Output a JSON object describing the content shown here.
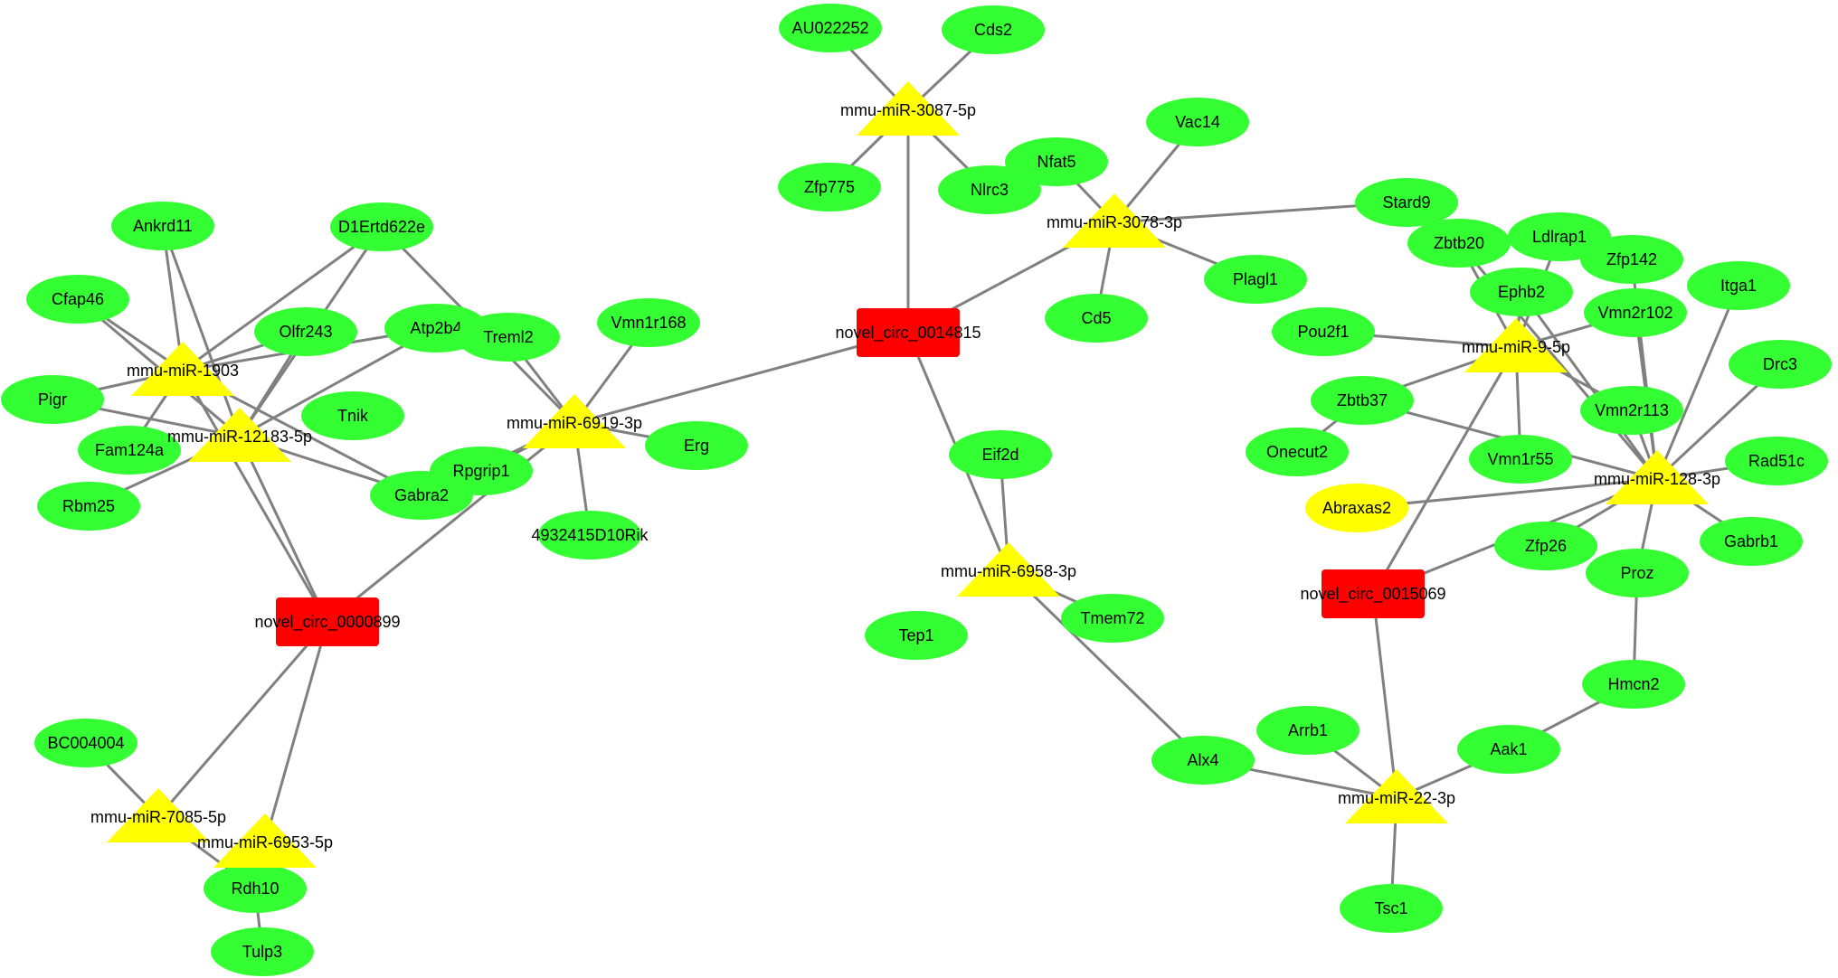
{
  "colors": {
    "circ": "#ff0000",
    "mirna": "#ffff00",
    "gene": "#33ff33",
    "gene_highlight": "#ffff00",
    "edge": "#808080"
  },
  "nodes": [
    {
      "id": "c1",
      "type": "circ",
      "label": "novel_circ_0000899"
    },
    {
      "id": "c2",
      "type": "circ",
      "label": "novel_circ_0014815"
    },
    {
      "id": "c3",
      "type": "circ",
      "label": "novel_circ_0015069"
    },
    {
      "id": "m1903",
      "type": "mirna",
      "label": "mmu-miR-1903"
    },
    {
      "id": "m12183",
      "type": "mirna",
      "label": "mmu-miR-12183-5p"
    },
    {
      "id": "m6919",
      "type": "mirna",
      "label": "mmu-miR-6919-3p"
    },
    {
      "id": "m3087",
      "type": "mirna",
      "label": "mmu-miR-3087-5p"
    },
    {
      "id": "m3078",
      "type": "mirna",
      "label": "mmu-miR-3078-3p"
    },
    {
      "id": "m6958",
      "type": "mirna",
      "label": "mmu-miR-6958-3p"
    },
    {
      "id": "m9",
      "type": "mirna",
      "label": "mmu-miR-9-5p"
    },
    {
      "id": "m128",
      "type": "mirna",
      "label": "mmu-miR-128-3p"
    },
    {
      "id": "m22",
      "type": "mirna",
      "label": "mmu-miR-22-3p"
    },
    {
      "id": "m7085",
      "type": "mirna",
      "label": "mmu-miR-7085-5p"
    },
    {
      "id": "m6953",
      "type": "mirna",
      "label": "mmu-miR-6953-5p"
    },
    {
      "id": "Ankrd11",
      "type": "gene",
      "label": "Ankrd11"
    },
    {
      "id": "D1Ertd622e",
      "type": "gene",
      "label": "D1Ertd622e"
    },
    {
      "id": "Cfap46",
      "type": "gene",
      "label": "Cfap46"
    },
    {
      "id": "Olfr243",
      "type": "gene",
      "label": "Olfr243"
    },
    {
      "id": "Atp2b4",
      "type": "gene",
      "label": "Atp2b4"
    },
    {
      "id": "Treml2",
      "type": "gene",
      "label": "Treml2"
    },
    {
      "id": "Vmn1r168",
      "type": "gene",
      "label": "Vmn1r168"
    },
    {
      "id": "Pigr",
      "type": "gene",
      "label": "Pigr"
    },
    {
      "id": "Tnik",
      "type": "gene",
      "label": "Tnik"
    },
    {
      "id": "Fam124a",
      "type": "gene",
      "label": "Fam124a"
    },
    {
      "id": "Rbm25",
      "type": "gene",
      "label": "Rbm25"
    },
    {
      "id": "Gabra2",
      "type": "gene",
      "label": "Gabra2"
    },
    {
      "id": "Rpgrip1",
      "type": "gene",
      "label": "Rpgrip1"
    },
    {
      "id": "Erg",
      "type": "gene",
      "label": "Erg"
    },
    {
      "id": "Rik",
      "type": "gene",
      "label": "4932415D10Rik"
    },
    {
      "id": "BC004004",
      "type": "gene",
      "label": "BC004004"
    },
    {
      "id": "Rdh10",
      "type": "gene",
      "label": "Rdh10"
    },
    {
      "id": "Tulp3",
      "type": "gene",
      "label": "Tulp3"
    },
    {
      "id": "AU022252",
      "type": "gene",
      "label": "AU022252"
    },
    {
      "id": "Cds2",
      "type": "gene",
      "label": "Cds2"
    },
    {
      "id": "Zfp775",
      "type": "gene",
      "label": "Zfp775"
    },
    {
      "id": "Nlrc3",
      "type": "gene",
      "label": "Nlrc3"
    },
    {
      "id": "Nfat5",
      "type": "gene",
      "label": "Nfat5"
    },
    {
      "id": "Vac14",
      "type": "gene",
      "label": "Vac14"
    },
    {
      "id": "Stard9",
      "type": "gene",
      "label": "Stard9"
    },
    {
      "id": "Plagl1",
      "type": "gene",
      "label": "Plagl1"
    },
    {
      "id": "Cd5",
      "type": "gene",
      "label": "Cd5"
    },
    {
      "id": "Eif2d",
      "type": "gene",
      "label": "Eif2d"
    },
    {
      "id": "Tep1",
      "type": "gene",
      "label": "Tep1"
    },
    {
      "id": "Tmem72",
      "type": "gene",
      "label": "Tmem72"
    },
    {
      "id": "Alx4",
      "type": "gene",
      "label": "Alx4"
    },
    {
      "id": "Zbtb20",
      "type": "gene",
      "label": "Zbtb20"
    },
    {
      "id": "Ldlrap1",
      "type": "gene",
      "label": "Ldlrap1"
    },
    {
      "id": "Zfp142",
      "type": "gene",
      "label": "Zfp142"
    },
    {
      "id": "Itga1",
      "type": "gene",
      "label": "Itga1"
    },
    {
      "id": "Ephb2",
      "type": "gene",
      "label": "Ephb2"
    },
    {
      "id": "Vmn2r102",
      "type": "gene",
      "label": "Vmn2r102"
    },
    {
      "id": "Pou2f1",
      "type": "gene",
      "label": "Pou2f1"
    },
    {
      "id": "Drc3",
      "type": "gene",
      "label": "Drc3"
    },
    {
      "id": "Zbtb37",
      "type": "gene",
      "label": "Zbtb37"
    },
    {
      "id": "Vmn2r113",
      "type": "gene",
      "label": "Vmn2r113"
    },
    {
      "id": "Onecut2",
      "type": "gene",
      "label": "Onecut2"
    },
    {
      "id": "Vmn1r55",
      "type": "gene",
      "label": "Vmn1r55"
    },
    {
      "id": "Rad51c",
      "type": "gene",
      "label": "Rad51c"
    },
    {
      "id": "Abraxas2",
      "type": "gene_highlight",
      "label": "Abraxas2"
    },
    {
      "id": "Gabrb1",
      "type": "gene",
      "label": "Gabrb1"
    },
    {
      "id": "Zfp26",
      "type": "gene",
      "label": "Zfp26"
    },
    {
      "id": "Proz",
      "type": "gene",
      "label": "Proz"
    },
    {
      "id": "Hmcn2",
      "type": "gene",
      "label": "Hmcn2"
    },
    {
      "id": "Arrb1",
      "type": "gene",
      "label": "Arrb1"
    },
    {
      "id": "Aak1",
      "type": "gene",
      "label": "Aak1"
    },
    {
      "id": "Tsc1",
      "type": "gene",
      "label": "Tsc1"
    }
  ],
  "edges": [
    [
      "m1903",
      "Ankrd11"
    ],
    [
      "m1903",
      "D1Ertd622e"
    ],
    [
      "m1903",
      "Cfap46"
    ],
    [
      "m1903",
      "Olfr243"
    ],
    [
      "m1903",
      "Atp2b4"
    ],
    [
      "m1903",
      "Pigr"
    ],
    [
      "m1903",
      "Fam124a"
    ],
    [
      "m1903",
      "Gabra2"
    ],
    [
      "m1903",
      "c1"
    ],
    [
      "m12183",
      "Ankrd11"
    ],
    [
      "m12183",
      "D1Ertd622e"
    ],
    [
      "m12183",
      "Cfap46"
    ],
    [
      "m12183",
      "Olfr243"
    ],
    [
      "m12183",
      "Atp2b4"
    ],
    [
      "m12183",
      "Pigr"
    ],
    [
      "m12183",
      "Rbm25"
    ],
    [
      "m12183",
      "Gabra2"
    ],
    [
      "m12183",
      "c1"
    ],
    [
      "m6919",
      "D1Ertd622e"
    ],
    [
      "m6919",
      "Treml2"
    ],
    [
      "m6919",
      "Vmn1r168"
    ],
    [
      "m6919",
      "Erg"
    ],
    [
      "m6919",
      "Rik"
    ],
    [
      "m6919",
      "Rpgrip1"
    ],
    [
      "m6919",
      "Gabra2"
    ],
    [
      "m6919",
      "c1"
    ],
    [
      "m6919",
      "c2"
    ],
    [
      "m3087",
      "AU022252"
    ],
    [
      "m3087",
      "Cds2"
    ],
    [
      "m3087",
      "Zfp775"
    ],
    [
      "m3087",
      "Nlrc3"
    ],
    [
      "m3087",
      "c2"
    ],
    [
      "m3078",
      "Nfat5"
    ],
    [
      "m3078",
      "Vac14"
    ],
    [
      "m3078",
      "Stard9"
    ],
    [
      "m3078",
      "Plagl1"
    ],
    [
      "m3078",
      "Cd5"
    ],
    [
      "m3078",
      "c2"
    ],
    [
      "m6958",
      "Eif2d"
    ],
    [
      "m6958",
      "Tmem72"
    ],
    [
      "m6958",
      "Alx4"
    ],
    [
      "m6958",
      "c2"
    ],
    [
      "m9",
      "Zbtb20"
    ],
    [
      "m9",
      "Ldlrap1"
    ],
    [
      "m9",
      "Ephb2"
    ],
    [
      "m9",
      "Vmn2r102"
    ],
    [
      "m9",
      "Pou2f1"
    ],
    [
      "m9",
      "Zbtb37"
    ],
    [
      "m9",
      "Vmn2r113"
    ],
    [
      "m9",
      "Vmn1r55"
    ],
    [
      "m9",
      "c3"
    ],
    [
      "m128",
      "Zbtb20"
    ],
    [
      "m128",
      "Zfp142"
    ],
    [
      "m128",
      "Itga1"
    ],
    [
      "m128",
      "Ephb2"
    ],
    [
      "m128",
      "Vmn2r102"
    ],
    [
      "m128",
      "Drc3"
    ],
    [
      "m128",
      "Zbtb37"
    ],
    [
      "m128",
      "Vmn2r113"
    ],
    [
      "m128",
      "Rad51c"
    ],
    [
      "m128",
      "Abraxas2"
    ],
    [
      "m128",
      "Gabrb1"
    ],
    [
      "m128",
      "Zfp26"
    ],
    [
      "m128",
      "Proz"
    ],
    [
      "m128",
      "c3"
    ],
    [
      "m22",
      "Alx4"
    ],
    [
      "m22",
      "Arrb1"
    ],
    [
      "m22",
      "Aak1"
    ],
    [
      "m22",
      "Tsc1"
    ],
    [
      "m22",
      "c3"
    ],
    [
      "Aak1",
      "Hmcn2"
    ],
    [
      "Hmcn2",
      "Proz"
    ],
    [
      "Onecut2",
      "Zbtb37"
    ],
    [
      "m7085",
      "BC004004"
    ],
    [
      "m7085",
      "Rdh10"
    ],
    [
      "m7085",
      "c1"
    ],
    [
      "m6953",
      "Rdh10"
    ],
    [
      "m6953",
      "c1"
    ],
    [
      "Rdh10",
      "Tulp3"
    ]
  ]
}
